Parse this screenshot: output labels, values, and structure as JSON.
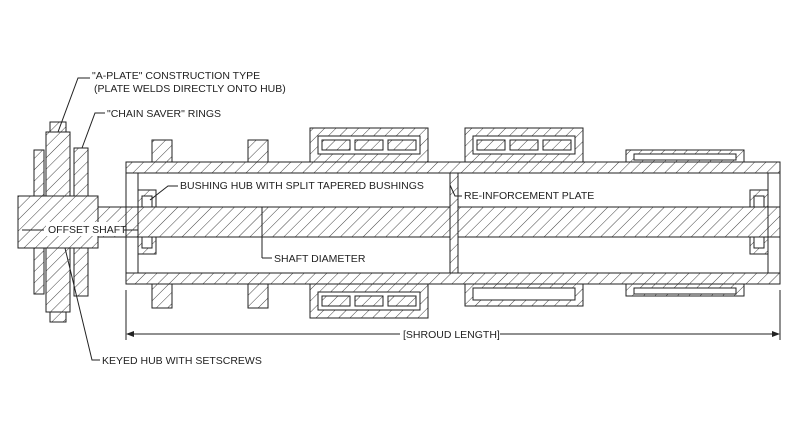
{
  "callouts": {
    "a_plate_line1": "\"A-PLATE\" CONSTRUCTION TYPE",
    "a_plate_line2": "(PLATE WELDS DIRECTLY ONTO HUB)",
    "chain_saver": "\"CHAIN SAVER\" RINGS",
    "bushing_hub": "BUSHING HUB WITH SPLIT TAPERED BUSHINGS",
    "reinforcement_plate": "RE-INFORCEMENT PLATE",
    "offset_shaft": "OFFSET SHAFT",
    "shaft_diameter": "SHAFT DIAMETER",
    "shroud_length": "[SHROUD LENGTH]",
    "keyed_hub": "KEYED HUB WITH SETSCREWS"
  }
}
